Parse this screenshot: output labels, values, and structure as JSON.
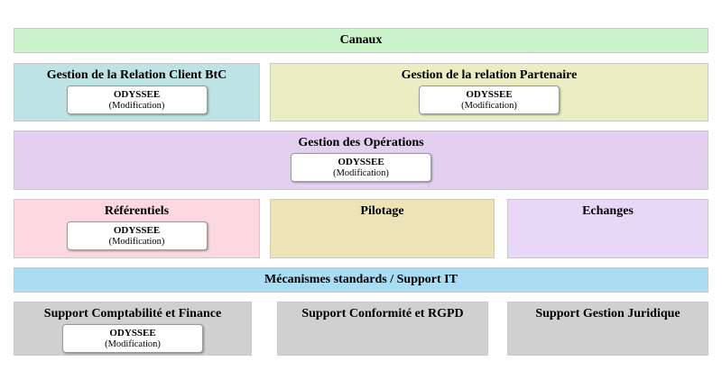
{
  "diagram": {
    "canaux": {
      "label": "Canaux",
      "color": "#ccf2cc"
    },
    "client_btc": {
      "title": "Gestion de la Relation Client BtC",
      "app_name": "ODYSSEE",
      "app_status": "(Modification)",
      "color": "#bee3e4"
    },
    "partenaire": {
      "title": "Gestion de la relation Partenaire",
      "app_name": "ODYSSEE",
      "app_status": "(Modification)",
      "color": "#ebedc3"
    },
    "operations": {
      "title": "Gestion des Opérations",
      "app_name": "ODYSSEE",
      "app_status": "(Modification)",
      "color": "#e3d0f0"
    },
    "referentiels": {
      "title": "Référentiels",
      "app_name": "ODYSSEE",
      "app_status": "(Modification)",
      "color": "#fcd8e1"
    },
    "pilotage": {
      "title": "Pilotage",
      "color": "#ece3b7"
    },
    "echanges": {
      "title": "Echanges",
      "color": "#e8d7f7"
    },
    "support_it": {
      "label": "Mécanismes standards / Support IT",
      "color": "#aadcf4"
    },
    "support_compta": {
      "title": "Support Comptabilité et Finance",
      "app_name": "ODYSSEE",
      "app_status": "(Modification)",
      "color": "#d1d0d0"
    },
    "support_conformite": {
      "title": "Support Conformité et RGPD",
      "color": "#d1d0d0"
    },
    "support_juridique": {
      "title": "Support Gestion Juridique",
      "color": "#d1d0d0"
    },
    "block_border_color": "#c9c9c9",
    "app_box_border_color": "#9a9a9a"
  }
}
